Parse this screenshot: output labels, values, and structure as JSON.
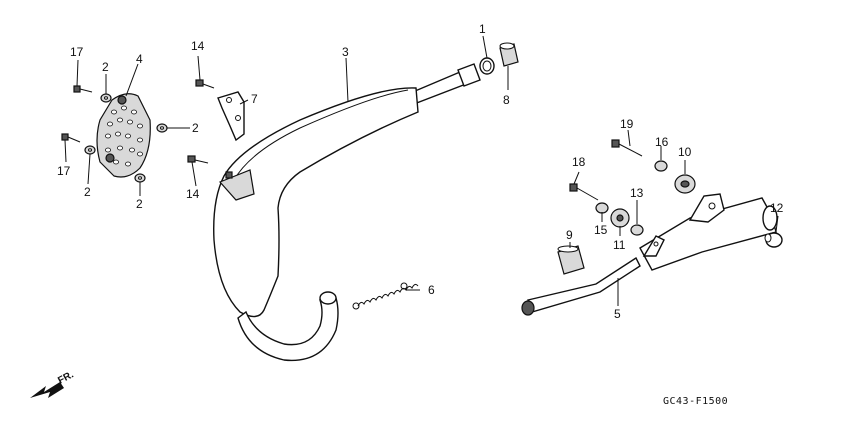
{
  "diagram": {
    "callouts": [
      "1",
      "2",
      "2",
      "2",
      "2",
      "3",
      "4",
      "5",
      "6",
      "7",
      "8",
      "9",
      "10",
      "11",
      "12",
      "13",
      "14",
      "14",
      "15",
      "16",
      "17",
      "17",
      "18",
      "19"
    ],
    "direction_label": "FR.",
    "figure_code": "GC43-F1500"
  }
}
